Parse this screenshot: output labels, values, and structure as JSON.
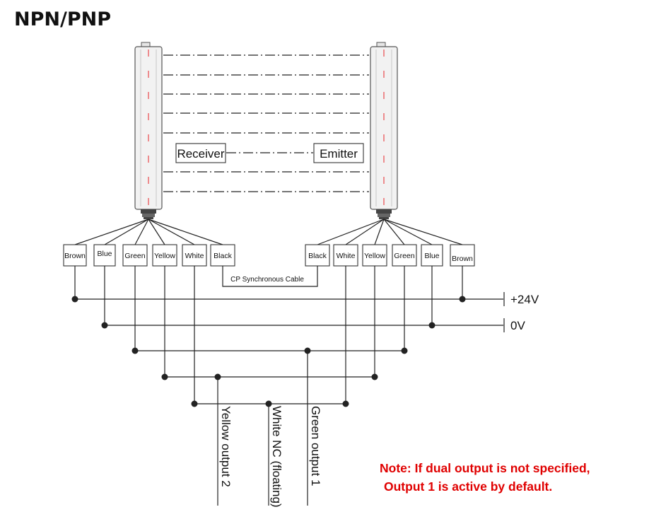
{
  "title": "NPN/PNP",
  "devices": {
    "receiver": "Receiver",
    "emitter": "Emitter"
  },
  "receiver_wires": [
    "Brown",
    "Blue",
    "Green",
    "Yellow",
    "White",
    "Black"
  ],
  "emitter_wires": [
    "Black",
    "White",
    "Yellow",
    "Green",
    "Blue",
    "Brown"
  ],
  "cable_label": "CP Synchronous Cable",
  "rails": {
    "positive": "+24V",
    "ground": "0V"
  },
  "outputs": {
    "yellow": "Yellow output 2",
    "white": "White NC (floating)",
    "green": "Green output 1"
  },
  "note": {
    "line1": "Note: If dual output is not specified,",
    "line2": "Output 1 is active by default."
  },
  "colors": {
    "note": "#e00000",
    "rod_accent": "#e8262b",
    "rod_fill": "#f2f2f2"
  }
}
